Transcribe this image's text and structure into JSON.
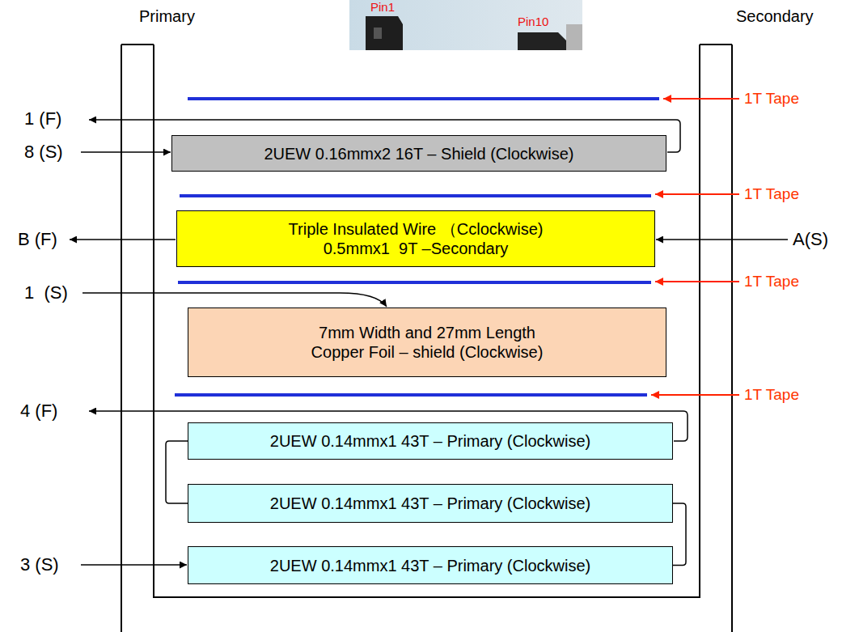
{
  "diagram": {
    "nodes": [
      {
        "text": [
          "2UEW 0.16mmx2 16T – Shield (Clockwise)"
        ]
      },
      {
        "text": [
          "Triple Insulated Wire （Cclockwise)",
          "0.5mmx1  9T –Secondary"
        ]
      },
      {
        "text": [
          "7mm Width and 27mm Length",
          "Copper Foil – shield (Clockwise)"
        ]
      },
      {
        "text": [
          "2UEW 0.14mmx1 43T – Primary (Clockwise)"
        ]
      },
      {
        "text": [
          "2UEW 0.14mmx1 43T – Primary (Clockwise)"
        ]
      },
      {
        "text": [
          "2UEW 0.14mmx1 43T – Primary (Clockwise)"
        ]
      }
    ],
    "edges": [
      {
        "from": 3,
        "to": 4,
        "arrow": "none"
      },
      {
        "from": 4,
        "to": 5,
        "arrow": "none"
      }
    ],
    "labels": [
      "Primary",
      "Secondary",
      "Pin1",
      "Pin10",
      "1T Tape",
      "1T Tape",
      "1T Tape",
      "1T Tape",
      "1 (F)",
      "8 (S)",
      "B (F)",
      "A(S)",
      "1  (S)",
      "4 (F)",
      "3 (S)"
    ]
  }
}
